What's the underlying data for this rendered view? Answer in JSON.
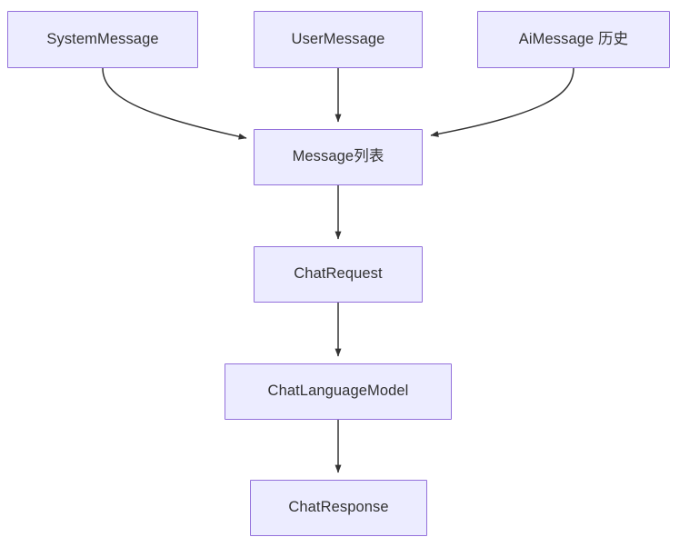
{
  "diagram": {
    "type": "flowchart",
    "direction": "top-to-bottom",
    "background_color": "#ffffff",
    "node_fill_color": "#ECECFF",
    "node_border_color": "#9370DB",
    "node_text_color": "#333333",
    "edge_color": "#333333",
    "nodes": [
      {
        "id": "system-message",
        "label": "SystemMessage"
      },
      {
        "id": "user-message",
        "label": "UserMessage"
      },
      {
        "id": "ai-message",
        "label": "AiMessage 历史"
      },
      {
        "id": "message-list",
        "label": "Message列表"
      },
      {
        "id": "chat-request",
        "label": "ChatRequest"
      },
      {
        "id": "chat-lang-model",
        "label": "ChatLanguageModel"
      },
      {
        "id": "chat-response",
        "label": "ChatResponse"
      }
    ],
    "edges": [
      {
        "from": "system-message",
        "to": "message-list",
        "style": "curved",
        "label": ""
      },
      {
        "from": "user-message",
        "to": "message-list",
        "style": "straight",
        "label": ""
      },
      {
        "from": "ai-message",
        "to": "message-list",
        "style": "curved",
        "label": ""
      },
      {
        "from": "message-list",
        "to": "chat-request",
        "style": "straight",
        "label": ""
      },
      {
        "from": "chat-request",
        "to": "chat-lang-model",
        "style": "straight",
        "label": ""
      },
      {
        "from": "chat-lang-model",
        "to": "chat-response",
        "style": "straight",
        "label": ""
      }
    ]
  }
}
